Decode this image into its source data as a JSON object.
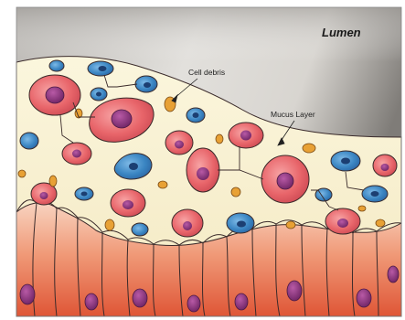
{
  "labels": {
    "region": "Lumen",
    "debris": "Cell debris",
    "mucus": "Mucus Layer"
  },
  "colors": {
    "lumen_top": "#8f8c88",
    "lumen_mid": "#cfcdc9",
    "mucus": "#f8f1cf",
    "red_cell": "#e8656a",
    "red_nucleus": "#8e2e78",
    "blue_cell": "#3a85c2",
    "blue_nucleus": "#1c3f72",
    "debris": "#e8a135",
    "epithelium_top": "#f6c7b3",
    "epithelium_bottom": "#e3593b"
  },
  "icons": {
    "red_cell": "neutrophil-cell-icon",
    "blue_cell": "immune-cell-icon",
    "debris": "cell-debris-icon",
    "epithelium": "epithelial-cell-icon"
  }
}
